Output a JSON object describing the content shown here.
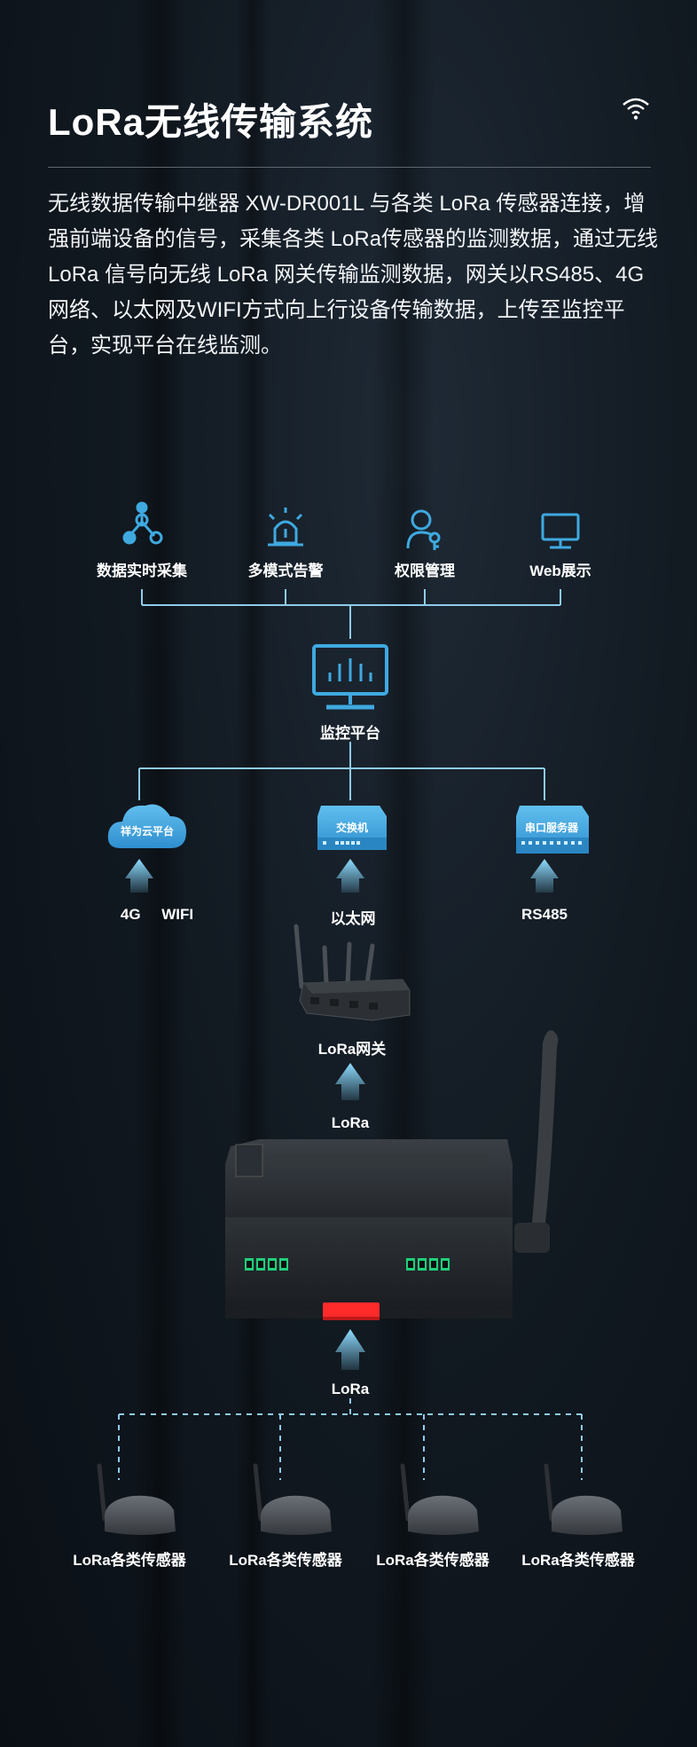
{
  "title": "LoRa无线传输系统",
  "description": "无线数据传输中继器 XW-DR001L 与各类 LoRa 传感器连接，增强前端设备的信号，采集各类 LoRa传感器的监测数据，通过无线 LoRa 信号向无线 LoRa 网关传输监测数据，网关以RS485、4G 网络、以太网及WIFI方式向上行设备传输数据，上传至监控平台，实现平台在线监测。",
  "features": [
    {
      "label": "数据实时采集",
      "icon": "nodes-icon"
    },
    {
      "label": "多模式告警",
      "icon": "alarm-light-icon"
    },
    {
      "label": "权限管理",
      "icon": "user-key-icon"
    },
    {
      "label": "Web展示",
      "icon": "monitor-icon"
    }
  ],
  "platform": {
    "label": "监控平台",
    "icon": "platform-monitor-icon"
  },
  "gateways": [
    {
      "box_label": "祥为云平台",
      "caption": "4G     WIFI",
      "icon": "cloud-icon"
    },
    {
      "box_label": "交换机",
      "caption": "以太网",
      "icon": "switch-icon"
    },
    {
      "box_label": "串口服务器",
      "caption": "RS485",
      "icon": "serial-server-icon"
    }
  ],
  "lora_gateway_label": "LoRa网关",
  "lora_link_upper": "LoRa",
  "lora_link_lower": "LoRa",
  "sensors": [
    "LoRa各类传感器",
    "LoRa各类传感器",
    "LoRa各类传感器",
    "LoRa各类传感器"
  ],
  "colors": {
    "accent": "#3fa9e0",
    "line": "#8ecbea",
    "arrow": "#7fd0f5",
    "terminal": "#1fd07a",
    "rail": "#ff2a2a"
  }
}
